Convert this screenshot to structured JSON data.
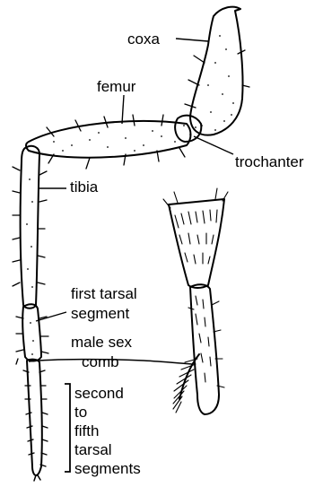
{
  "diagram": {
    "labels": {
      "coxa": "coxa",
      "femur": "femur",
      "trochanter": "trochanter",
      "tibia": "tibia",
      "first_tarsal_line1": "first tarsal",
      "first_tarsal_line2": "segment",
      "male_sex_line1": "male sex",
      "male_sex_line2": "comb",
      "distal_line1": "second",
      "distal_line2": "to",
      "distal_line3": "fifth",
      "distal_line4": "tarsal",
      "distal_line5": "segments"
    },
    "colors": {
      "ink": "#000000",
      "paper": "#ffffff"
    }
  }
}
